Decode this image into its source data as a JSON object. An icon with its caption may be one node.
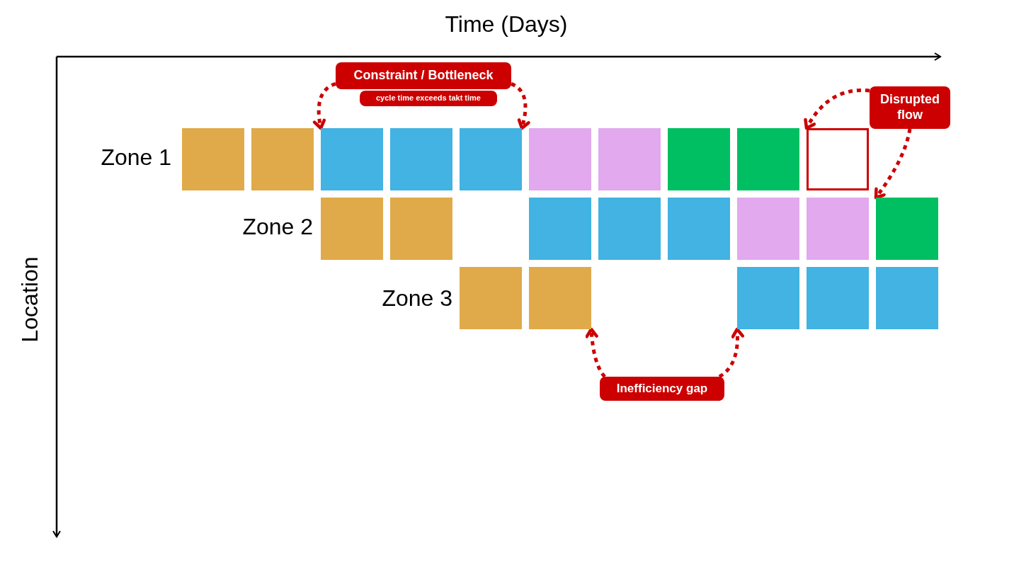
{
  "diagram": {
    "title": "Time (Days)",
    "nodes": [
      {
        "text": [
          "Constraint / Bottleneck"
        ]
      },
      {
        "text": [
          "cycle time exceeds takt time"
        ]
      },
      {
        "text": [
          "Disrupted flow"
        ]
      },
      {
        "text": [],
        "shape": "box"
      },
      {
        "text": [],
        "shape": "box"
      },
      {
        "text": [],
        "shape": "box"
      },
      {
        "text": [],
        "shape": "box"
      },
      {
        "text": [],
        "shape": "box"
      },
      {
        "text": [],
        "shape": "box"
      },
      {
        "text": [],
        "shape": "box"
      },
      {
        "text": [],
        "shape": "box"
      },
      {
        "text": [],
        "shape": "box"
      },
      {
        "text": [],
        "shape": "box"
      },
      {
        "text": [],
        "shape": "box"
      },
      {
        "text": [],
        "shape": "box"
      },
      {
        "text": [],
        "shape": "box"
      },
      {
        "text": [],
        "shape": "box"
      },
      {
        "text": [],
        "shape": "box"
      },
      {
        "text": [],
        "shape": "box"
      },
      {
        "text": [],
        "shape": "box"
      },
      {
        "text": [],
        "shape": "box"
      },
      {
        "text": [],
        "shape": "box"
      },
      {
        "text": [],
        "shape": "box"
      },
      {
        "text": [],
        "shape": "box"
      },
      {
        "text": [],
        "shape": "box"
      },
      {
        "text": [],
        "shape": "box"
      },
      {
        "text": [
          "Inefficiency gap"
        ]
      }
    ],
    "edges": [
      {
        "from": 0,
        "to": 5,
        "arrow": "to",
        "style": "dashed"
      },
      {
        "from": 0,
        "to": 7,
        "arrow": "to",
        "style": "dashed"
      },
      {
        "from": 2,
        "to": 12,
        "arrow": "to",
        "style": "dashed"
      },
      {
        "from": 2,
        "to": 20,
        "arrow": "to",
        "style": "dashed"
      },
      {
        "from": 26,
        "to": 22,
        "arrow": "to",
        "style": "dashed"
      },
      {
        "from": 26,
        "to": 23,
        "arrow": "to",
        "style": "dashed"
      }
    ],
    "labels": [
      "Location",
      "Zone 1",
      "Zone 2",
      "Zone 3"
    ]
  }
}
